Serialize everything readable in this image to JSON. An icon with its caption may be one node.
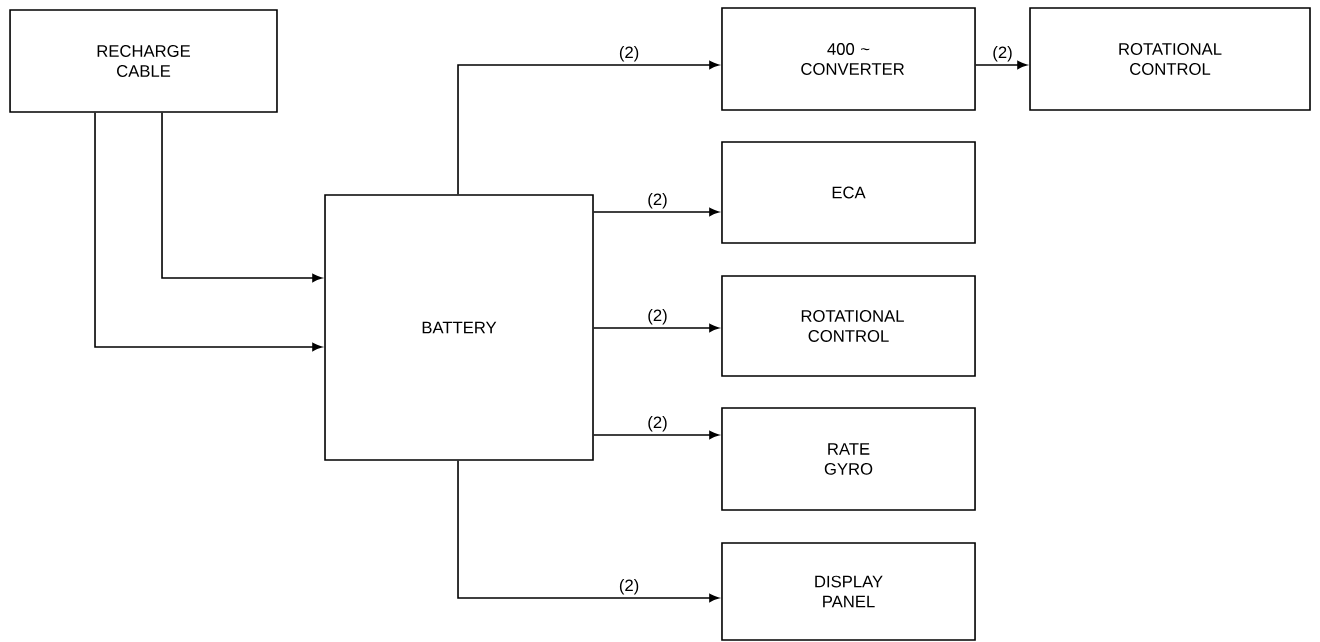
{
  "diagram": {
    "nodes": [
      {
        "text": [
          "RECHARGE CABLE"
        ]
      },
      {
        "text": [
          "BATTERY"
        ]
      },
      {
        "text": [
          "400 ~ CONVERTER"
        ]
      },
      {
        "text": [
          "ROTATIONAL CONTROL"
        ]
      },
      {
        "text": [
          "ECA"
        ]
      },
      {
        "text": [
          "ROTATIONAL CONTROL"
        ]
      },
      {
        "text": [
          "RATE GYRO"
        ]
      },
      {
        "text": [
          "DISPLAY PANEL"
        ]
      }
    ],
    "edges": [
      {
        "from": 0,
        "to": 1,
        "arrow": "to"
      },
      {
        "from": 0,
        "to": 1,
        "arrow": "to"
      },
      {
        "from": 1,
        "to": 2,
        "arrow": "to",
        "label": "(2)"
      },
      {
        "from": 2,
        "to": 3,
        "arrow": "to",
        "label": "(2)"
      },
      {
        "from": 1,
        "to": 4,
        "arrow": "to",
        "label": "(2)"
      },
      {
        "from": 1,
        "to": 5,
        "arrow": "to",
        "label": "(2)"
      },
      {
        "from": 1,
        "to": 6,
        "arrow": "to",
        "label": "(2)"
      },
      {
        "from": 1,
        "to": 7,
        "arrow": "to",
        "label": "(2)"
      }
    ]
  }
}
